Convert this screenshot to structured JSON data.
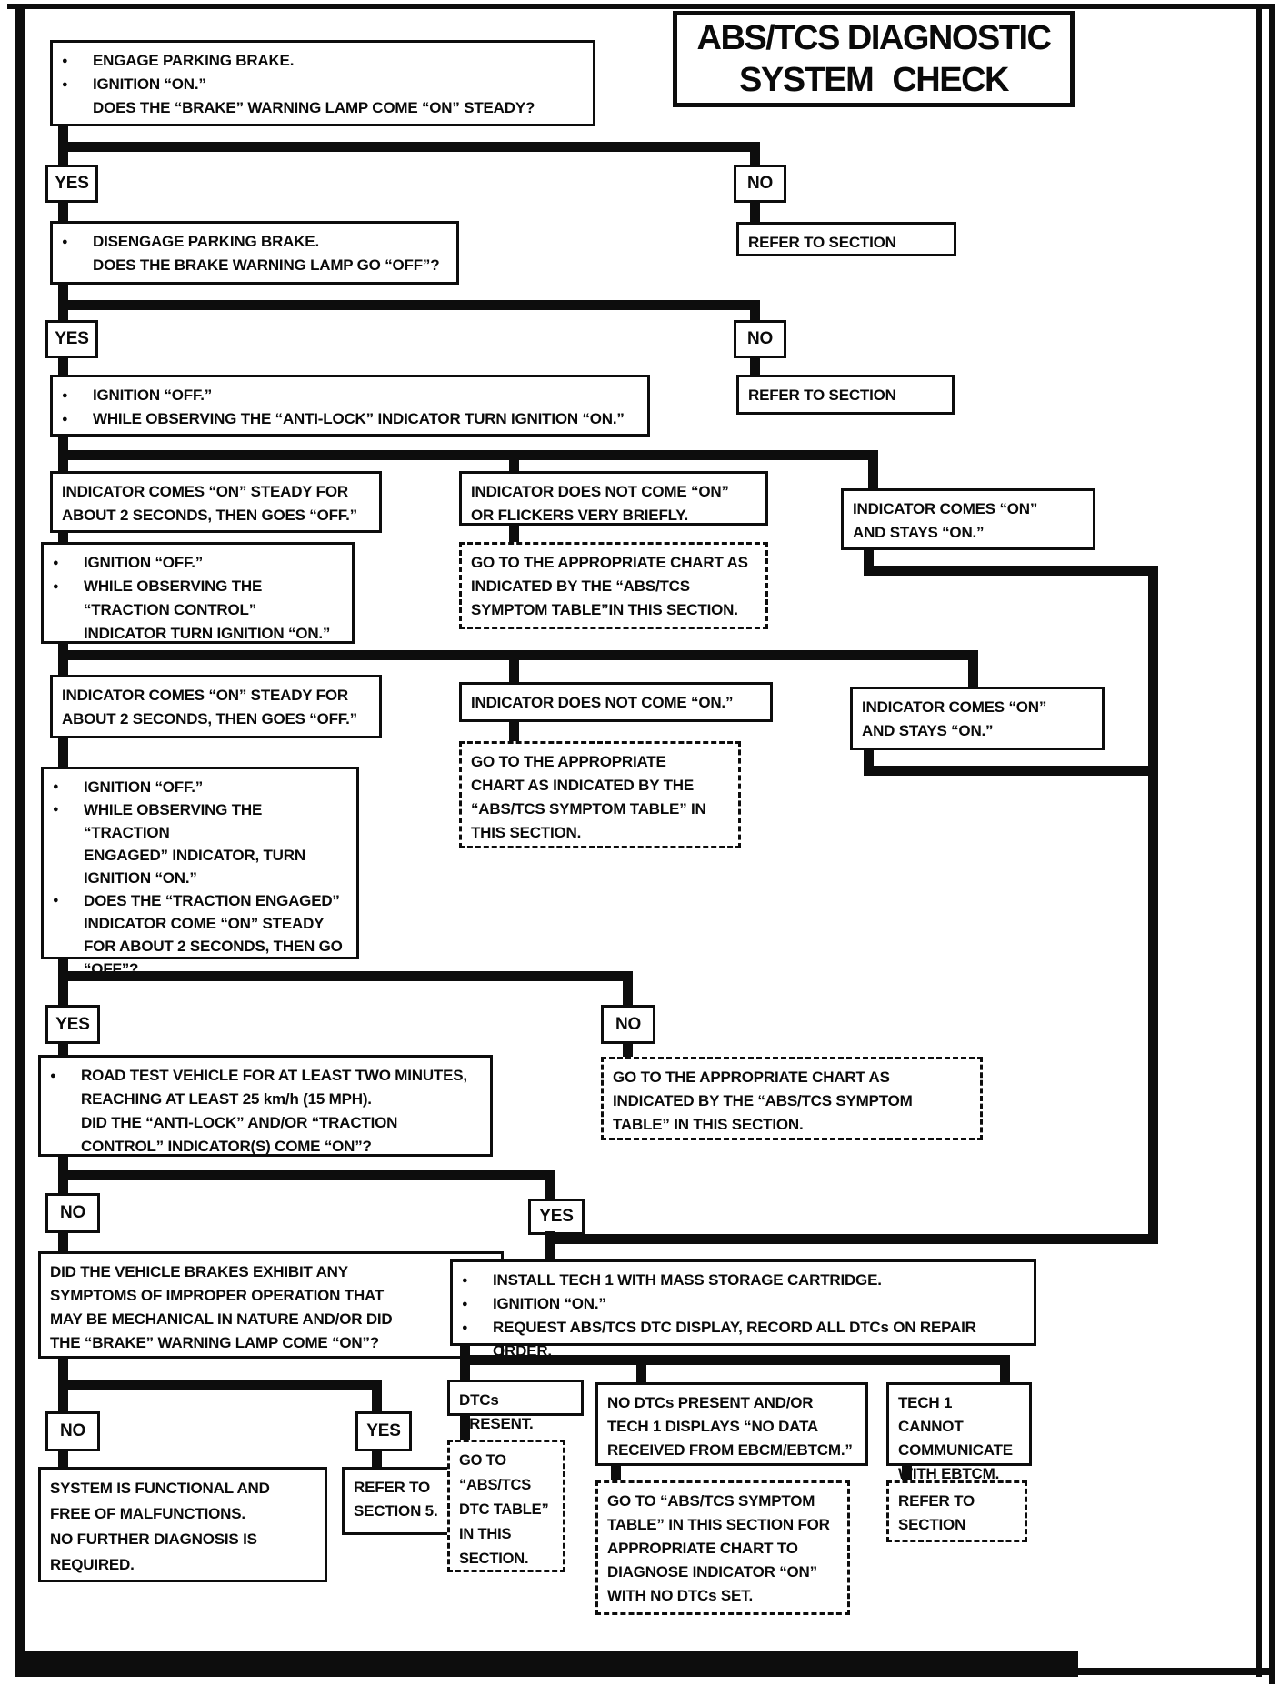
{
  "title": {
    "line1": "ABS/TCS DIAGNOSTIC",
    "line2": "SYSTEM CHECK"
  },
  "labels": {
    "yes": "YES",
    "no": "NO"
  },
  "glyphs": {
    "bullet": "●"
  },
  "boxes": {
    "start": {
      "b1": "ENGAGE PARKING BRAKE.",
      "b2": "IGNITION “ON.”",
      "q": "DOES THE “BRAKE” WARNING LAMP COME “ON” STEADY?"
    },
    "refer1": "REFER TO SECTION",
    "disengage": {
      "b1": "DISENGAGE PARKING BRAKE.",
      "q": "DOES THE BRAKE WARNING LAMP GO “OFF”?"
    },
    "refer2": "REFER TO SECTION",
    "antilock": {
      "b1": "IGNITION “OFF.”",
      "b2": "WHILE OBSERVING THE “ANTI-LOCK” INDICATOR TURN IGNITION “ON.”"
    },
    "ind_steady_1": {
      "l1": "INDICATOR COMES “ON” STEADY FOR",
      "l2": "ABOUT 2 SECONDS, THEN GOES “OFF.”"
    },
    "ind_not_on_1": {
      "l1": "INDICATOR DOES NOT COME “ON”",
      "l2": "OR FLICKERS VERY BRIEFLY."
    },
    "ind_stays_1": {
      "l1": "INDICATOR COMES “ON”",
      "l2": "AND STAYS “ON.”"
    },
    "traction_control": {
      "b1": "IGNITION “OFF.”",
      "b2l1": "WHILE OBSERVING THE",
      "b2l2": "“TRACTION CONTROL”",
      "b2l3": "INDICATOR TURN IGNITION “ON.”"
    },
    "goto_symptom_1": {
      "l1": "GO TO THE APPROPRIATE CHART AS",
      "l2": "INDICATED BY THE “ABS/TCS",
      "l3": "SYMPTOM TABLE”IN THIS SECTION."
    },
    "ind_steady_2": {
      "l1": "INDICATOR COMES “ON” STEADY FOR",
      "l2": "ABOUT 2 SECONDS, THEN GOES “OFF.”"
    },
    "ind_not_on_2": {
      "l1": "INDICATOR DOES NOT COME “ON.”"
    },
    "ind_stays_2": {
      "l1": "INDICATOR COMES “ON”",
      "l2": "AND STAYS “ON.”"
    },
    "goto_symptom_2": {
      "l1": "GO TO THE APPROPRIATE",
      "l2": "CHART AS INDICATED BY THE",
      "l3": "“ABS/TCS SYMPTOM TABLE” IN",
      "l4": "THIS SECTION."
    },
    "traction_engaged": {
      "b1": "IGNITION “OFF.”",
      "b2l1": "WHILE OBSERVING THE “TRACTION",
      "b2l2": "ENGAGED” INDICATOR, TURN",
      "b2l3": "IGNITION “ON.”",
      "b3l1": "DOES THE “TRACTION ENGAGED”",
      "b3l2": "INDICATOR COME “ON” STEADY",
      "b3l3": "FOR ABOUT 2 SECONDS, THEN GO",
      "b3l4": "“OFF”?"
    },
    "road_test": {
      "b1": "ROAD TEST VEHICLE FOR AT LEAST TWO MINUTES,",
      "l2": "REACHING AT LEAST 25 km/h (15 MPH).",
      "l3": "DID THE “ANTI-LOCK” AND/OR “TRACTION",
      "l4": "CONTROL” INDICATOR(S) COME “ON”?"
    },
    "goto_symptom_3": {
      "l1": "GO TO THE APPROPRIATE CHART AS",
      "l2": "INDICATED BY THE “ABS/TCS SYMPTOM",
      "l3": "TABLE” IN THIS SECTION."
    },
    "brakes_symptoms": {
      "l1": "DID THE VEHICLE BRAKES EXHIBIT ANY",
      "l2": "SYMPTOMS OF IMPROPER OPERATION THAT",
      "l3": "MAY BE MECHANICAL IN NATURE AND/OR DID",
      "l4": "THE “BRAKE” WARNING LAMP COME “ON”?"
    },
    "install_tech1": {
      "b1": "INSTALL TECH 1 WITH MASS STORAGE CARTRIDGE.",
      "b2": "IGNITION “ON.”",
      "b3": "REQUEST ABS/TCS DTC DISPLAY, RECORD ALL DTCs ON REPAIR ORDER."
    },
    "system_ok": {
      "l1": "SYSTEM IS FUNCTIONAL AND",
      "l2": "FREE OF MALFUNCTIONS.",
      "l3": "NO FURTHER DIAGNOSIS IS",
      "l4": "REQUIRED."
    },
    "refer_section5": {
      "l1": "REFER TO",
      "l2": "SECTION 5."
    },
    "dtcs_present": {
      "l1": "DTCs PRESENT."
    },
    "goto_dtc_table": {
      "l1": "GO TO",
      "l2": "“ABS/TCS",
      "l3": "DTC TABLE”",
      "l4": "IN THIS",
      "l5": "SECTION."
    },
    "no_dtcs": {
      "l1": "NO DTCs PRESENT AND/OR",
      "l2": "TECH 1 DISPLAYS “NO DATA",
      "l3": "RECEIVED FROM EBCM/EBTCM.”"
    },
    "goto_symptom_4": {
      "l1": "GO TO “ABS/TCS SYMPTOM",
      "l2": "TABLE” IN THIS SECTION FOR",
      "l3": "APPROPRIATE CHART TO",
      "l4": "DIAGNOSE INDICATOR “ON”",
      "l5": "WITH NO DTCs SET."
    },
    "tech1_cannot": {
      "l1": "TECH 1 CANNOT",
      "l2": "COMMUNICATE",
      "l3": "WITH EBTCM."
    },
    "refer_section_dashed": {
      "l1": "REFER TO",
      "l2": "SECTION"
    }
  }
}
